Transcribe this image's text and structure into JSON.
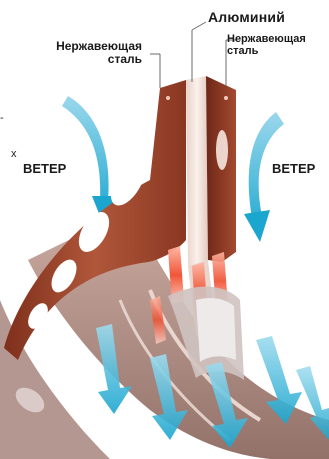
{
  "labels": {
    "aluminum": "Алюминий",
    "stainless_left_line1": "Нержавеющая",
    "stainless_left_line2": "сталь",
    "stainless_right_line1": "Нержавеющая",
    "stainless_right_line2": "сталь",
    "wind_left": "ВЕТЕР",
    "wind_right": "ВЕТЕР"
  },
  "edge_text": {
    "fragment_1": "-",
    "fragment_2": "х"
  },
  "colors": {
    "wind_arrow": "#1aa6cf",
    "copper_plate": "#a0452c",
    "copper_light": "#d98a6b",
    "aluminum_plate": "#f3e5de",
    "hot_stripe": "#ef4d2e"
  }
}
